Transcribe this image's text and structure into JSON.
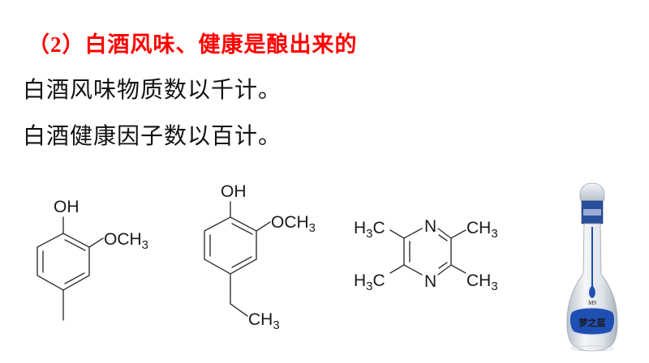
{
  "slide": {
    "title_prefix": "（2）",
    "title_text": "白酒风味、健康是酿出来的",
    "line2": "白酒风味物质数以千计。",
    "line3": "白酒健康因子数以百计。",
    "colors": {
      "title": "#ff0000",
      "body": "#111111"
    }
  },
  "molecules": [
    {
      "name": "4-methylguaiacol",
      "labels": {
        "oh": "OH",
        "methoxy_o": "OCH",
        "methoxy_sub": "3"
      }
    },
    {
      "name": "4-ethylguaiacol",
      "labels": {
        "oh": "OH",
        "methoxy_o": "OCH",
        "methoxy_sub": "3",
        "ethyl_c": "CH",
        "ethyl_sub": "3"
      }
    },
    {
      "name": "tetramethylpyrazine",
      "labels": {
        "n": "N",
        "h": "H",
        "sub": "3",
        "c": "C",
        "ch": "CH"
      }
    }
  ],
  "bottle": {
    "label": "梦之蓝",
    "model": "M9",
    "colors": {
      "glass": "#dfe4ea",
      "accent": "#1f4fb3"
    }
  }
}
